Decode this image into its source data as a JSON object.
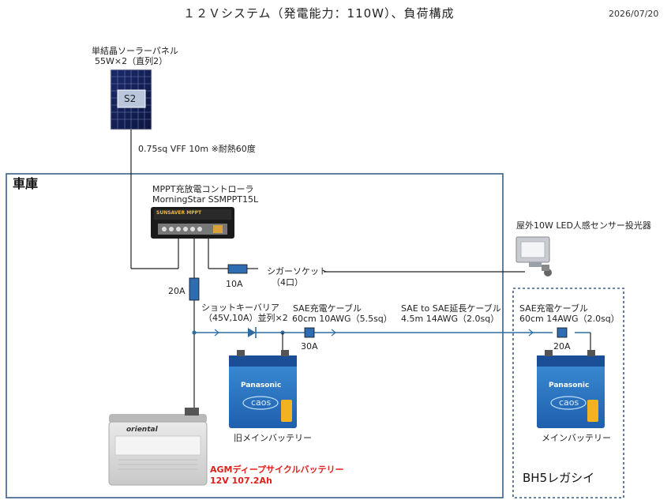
{
  "title": "１２Ｖシステム（発電能力：110W）、負荷構成",
  "date": "2026/07/20",
  "solar": {
    "name": "単結晶ソーラーパネル",
    "spec": "55W×2（直列2）",
    "badge": "S2",
    "cable": "0.75sq VFF 10m ※耐熱60度"
  },
  "garage": {
    "label": "車庫"
  },
  "controller": {
    "title": "MPPT充放電コントローラ",
    "model": "MorningStar SSMPPT15L",
    "brand": "SUNSAVER MPPT"
  },
  "fuses": {
    "controller_load": "10A",
    "controller_battery": "20A",
    "sae_cable": "30A",
    "car_side": "20A"
  },
  "cigar_socket": {
    "line1": "シガーソケット",
    "line2": "（4口）"
  },
  "floodlight": {
    "label": "屋外10W LED人感センサー投光器"
  },
  "diode": {
    "line1": "ショットキーバリア",
    "line2": "（45V,10A）並列×2"
  },
  "sae_cable1": {
    "line1": "SAE充電ケーブル",
    "line2": "60cm 10AWG（5.5sq）"
  },
  "sae_ext": {
    "line1": "SAE to SAE延長ケーブル",
    "line2": "4.5m 14AWG（2.0sq）"
  },
  "sae_cable2": {
    "line1": "SAE充電ケーブル",
    "line2": "60cm 14AWG（2.0sq）"
  },
  "old_battery": {
    "label": "旧メインバッテリー",
    "brand": "Panasonic",
    "logo": "caos"
  },
  "main_battery": {
    "label": "メインバッテリー",
    "brand": "Panasonic",
    "logo": "caos"
  },
  "agm_battery": {
    "line1": "AGMディープサイクルバッテリー",
    "line2": "12V 107.2Ah",
    "brand": "oriental"
  },
  "car": {
    "label": "BH5レガシイ"
  },
  "colors": {
    "wire": "#2e6da4",
    "box": "#3a5f86",
    "fuse": "#2f6db3",
    "agm_text": "#e0201a"
  }
}
